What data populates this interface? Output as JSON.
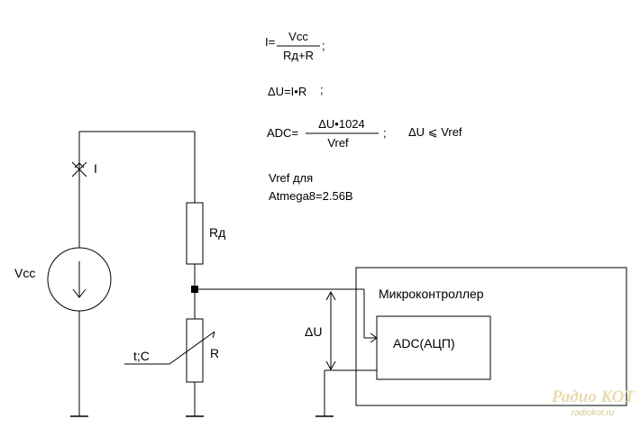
{
  "formulas": {
    "current": {
      "lhs": "I=",
      "num": "Vcc",
      "den": "Rд+R",
      "end": ";"
    },
    "delta_u": {
      "text": "ΔU=I•R",
      "end": ";"
    },
    "adc": {
      "lhs": "ADC=",
      "num": "ΔU•1024",
      "den": "Vref",
      "end": ";"
    },
    "condition": "ΔU ⩽ Vref",
    "vref_line1": "Vref для",
    "vref_line2": "Atmega8=2.56В"
  },
  "labels": {
    "current": "I",
    "source": "Vcc",
    "rd": "Rд",
    "sensor": "t;C",
    "r": "R",
    "delta_u": "ΔU",
    "mcu": "Микроконтроллер",
    "adc": "ADC(АЦП)"
  },
  "watermark": {
    "logo": "Радио КОТ",
    "url": "radiokot.ru"
  },
  "icons": [
    "ground-icon",
    "current-source-icon",
    "junction-dot-icon",
    "arrow-icon"
  ]
}
